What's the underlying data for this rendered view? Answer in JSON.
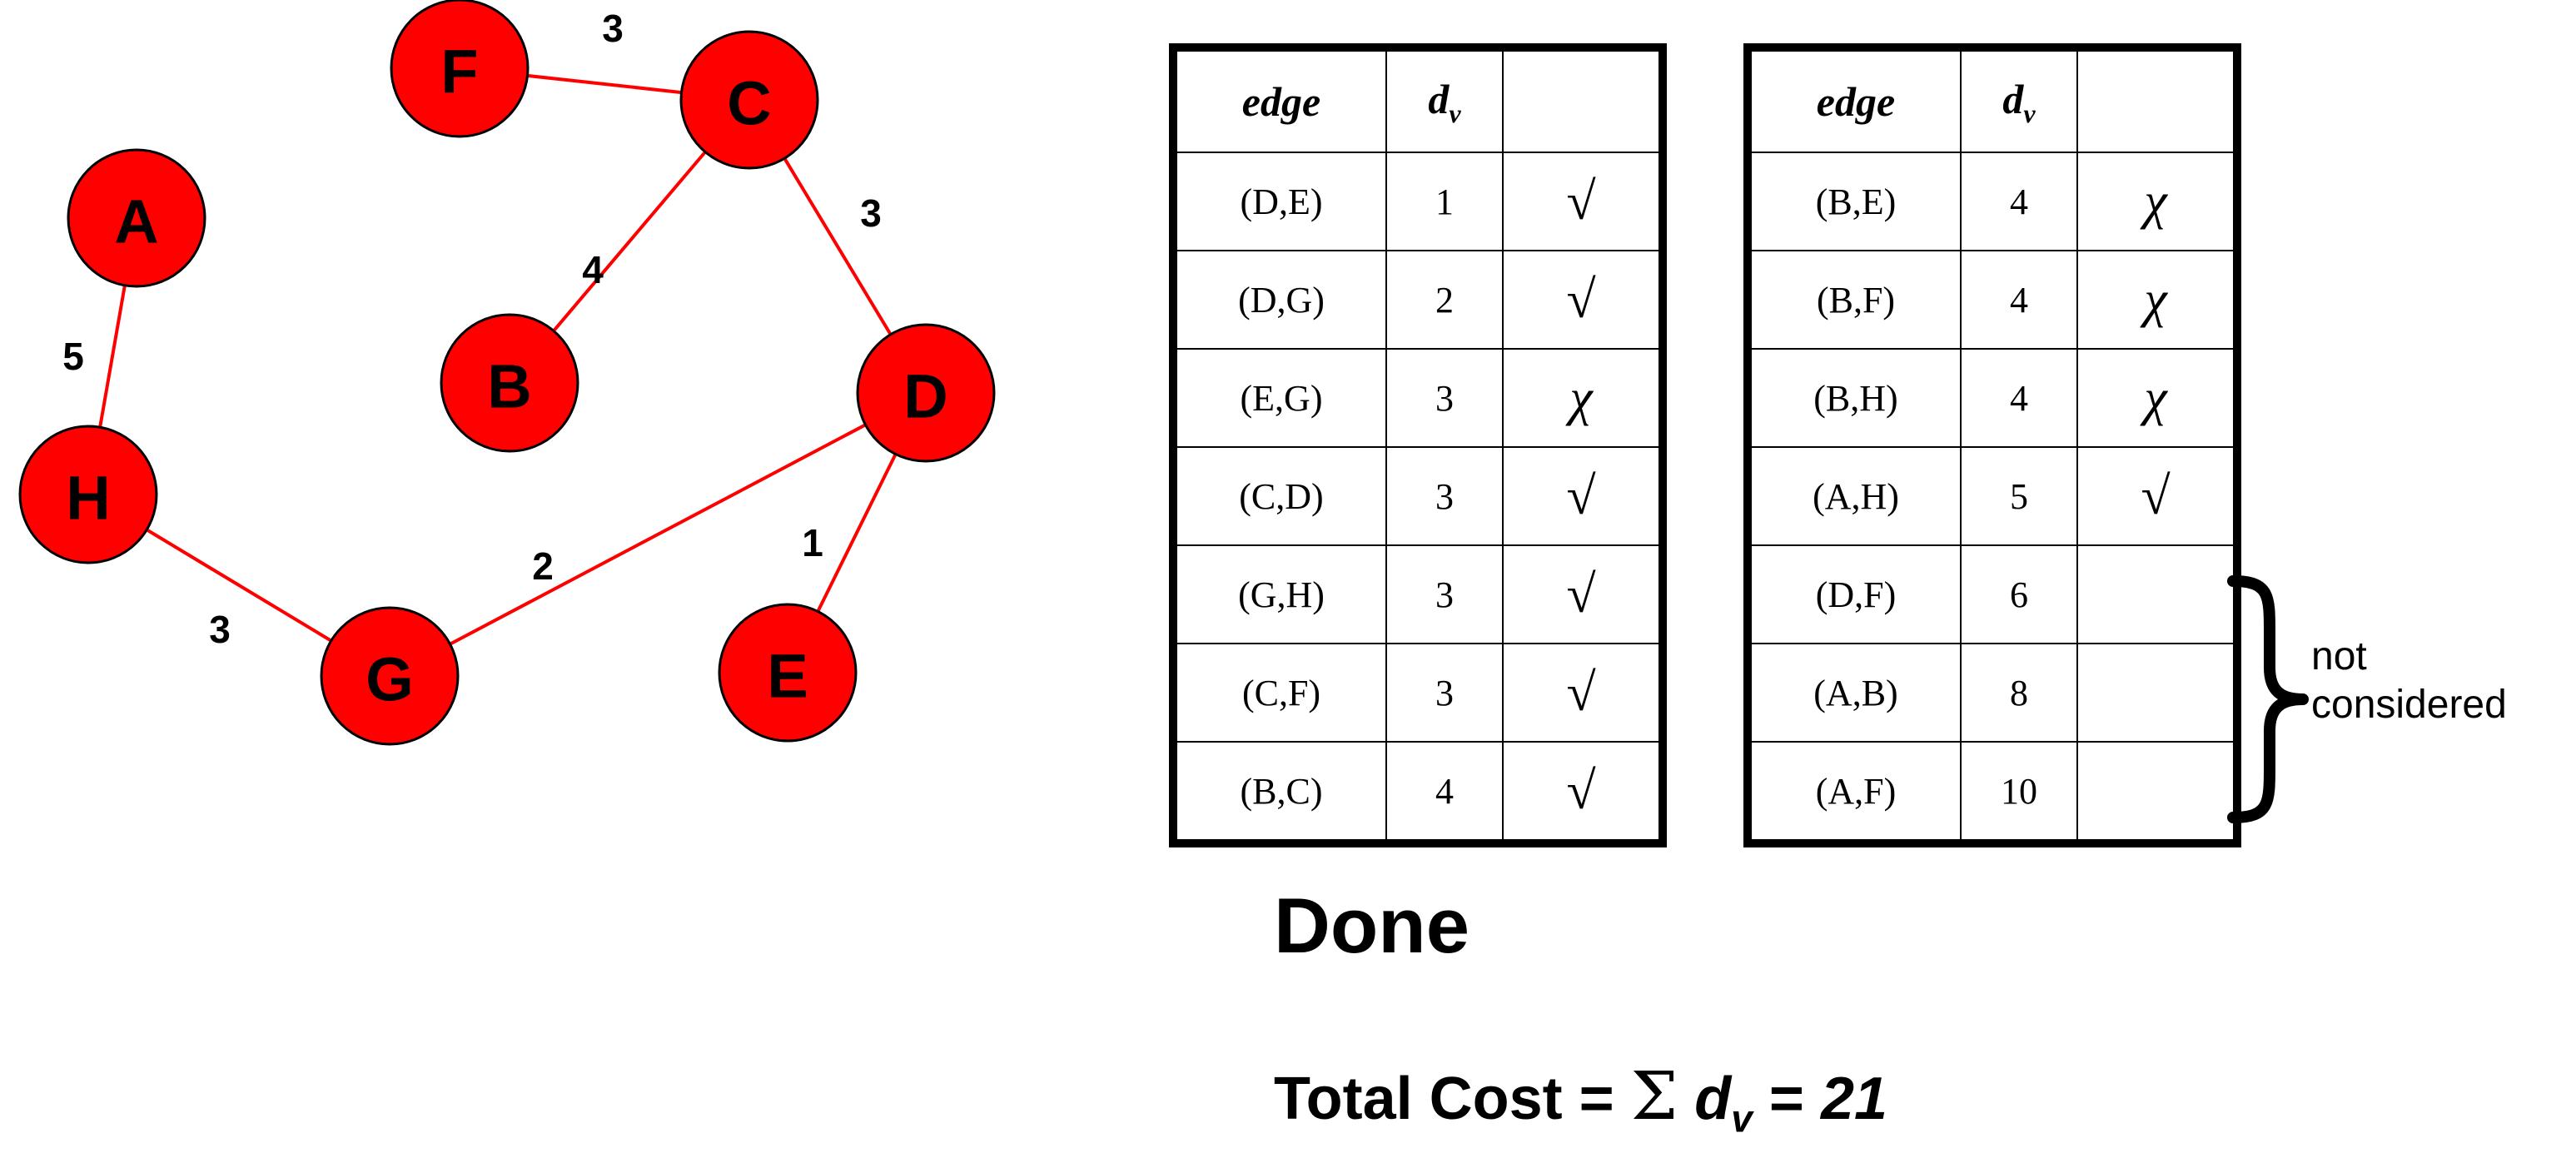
{
  "graph": {
    "nodes": [
      {
        "id": "F",
        "label": "F"
      },
      {
        "id": "C",
        "label": "C"
      },
      {
        "id": "A",
        "label": "A"
      },
      {
        "id": "B",
        "label": "B"
      },
      {
        "id": "D",
        "label": "D"
      },
      {
        "id": "H",
        "label": "H"
      },
      {
        "id": "G",
        "label": "G"
      },
      {
        "id": "E",
        "label": "E"
      }
    ],
    "edges": [
      {
        "from": "F",
        "to": "C",
        "weight": "3"
      },
      {
        "from": "C",
        "to": "D",
        "weight": "3"
      },
      {
        "from": "C",
        "to": "B",
        "weight": "4"
      },
      {
        "from": "A",
        "to": "H",
        "weight": "5"
      },
      {
        "from": "H",
        "to": "G",
        "weight": "3"
      },
      {
        "from": "G",
        "to": "D",
        "weight": "2"
      },
      {
        "from": "D",
        "to": "E",
        "weight": "1"
      }
    ],
    "node_color": "#ff0000",
    "edge_color": "#ff0000"
  },
  "table_left": {
    "headers": {
      "edge": "edge",
      "dv_main": "d",
      "dv_sub": "v",
      "mark": ""
    },
    "rows": [
      {
        "edge": "(D,E)",
        "dv": "1",
        "mark": "√"
      },
      {
        "edge": "(D,G)",
        "dv": "2",
        "mark": "√"
      },
      {
        "edge": "(E,G)",
        "dv": "3",
        "mark": "χ"
      },
      {
        "edge": "(C,D)",
        "dv": "3",
        "mark": "√"
      },
      {
        "edge": "(G,H)",
        "dv": "3",
        "mark": "√"
      },
      {
        "edge": "(C,F)",
        "dv": "3",
        "mark": "√"
      },
      {
        "edge": "(B,C)",
        "dv": "4",
        "mark": "√"
      }
    ]
  },
  "table_right": {
    "headers": {
      "edge": "edge",
      "dv_main": "d",
      "dv_sub": "v",
      "mark": ""
    },
    "rows": [
      {
        "edge": "(B,E)",
        "dv": "4",
        "mark": "χ"
      },
      {
        "edge": "(B,F)",
        "dv": "4",
        "mark": "χ"
      },
      {
        "edge": "(B,H)",
        "dv": "4",
        "mark": "χ"
      },
      {
        "edge": "(A,H)",
        "dv": "5",
        "mark": "√"
      },
      {
        "edge": "(D,F)",
        "dv": "6",
        "mark": ""
      },
      {
        "edge": "(A,B)",
        "dv": "8",
        "mark": ""
      },
      {
        "edge": "(A,F)",
        "dv": "10",
        "mark": ""
      }
    ]
  },
  "annotation": {
    "line1": "not",
    "line2": "considered"
  },
  "done_label": "Done",
  "total_cost": {
    "prefix": "Total Cost =",
    "sigma": "Σ",
    "var_main": "d",
    "var_sub": "v",
    "equals": "=",
    "value": "21"
  }
}
